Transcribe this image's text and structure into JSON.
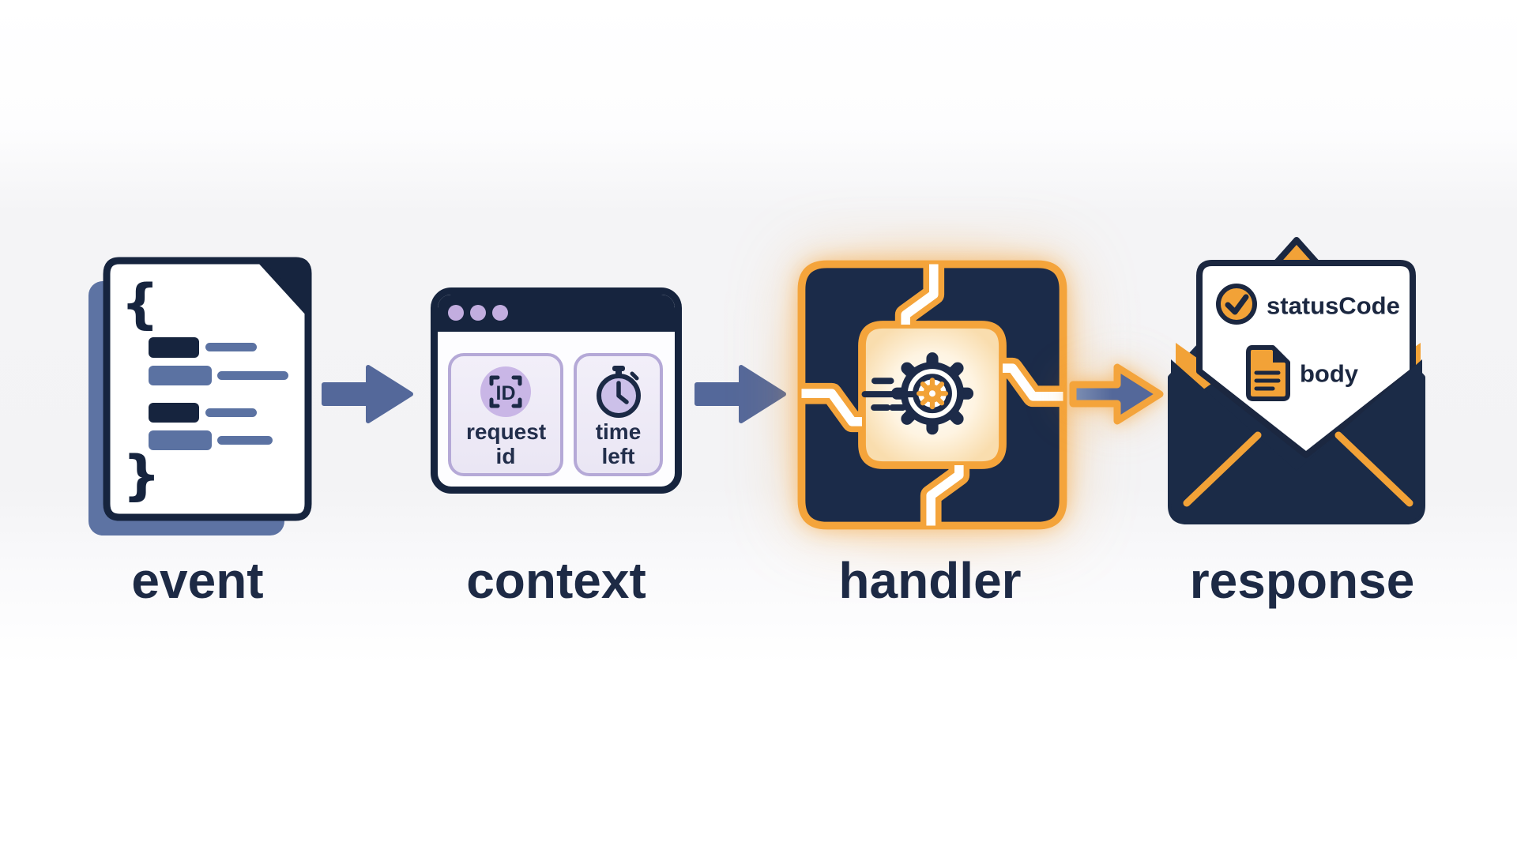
{
  "diagram": {
    "stages": [
      {
        "id": "event",
        "label": "event",
        "icon": "json-document-icon"
      },
      {
        "id": "context",
        "label": "context",
        "icon": "browser-window-icon"
      },
      {
        "id": "handler",
        "label": "handler",
        "icon": "cycle-gear-icon"
      },
      {
        "id": "response",
        "label": "response",
        "icon": "open-envelope-icon"
      }
    ],
    "context_window": {
      "window_dots": 3,
      "cards": [
        {
          "icon": "id-scan-badge-icon",
          "badge_text": "ID",
          "label": "request id"
        },
        {
          "icon": "stopwatch-icon",
          "label": "time left"
        }
      ]
    },
    "response_envelope": {
      "fields": [
        {
          "icon": "check-circle-icon",
          "label": "statusCode"
        },
        {
          "icon": "document-icon",
          "label": "body"
        }
      ]
    },
    "arrow_count": 3,
    "colors": {
      "navy": "#1B2945",
      "slate": "#5A6F9E",
      "orange": "#F2A237",
      "lavender_dot": "#C2ADDF",
      "card_bg": "#EDEAF6",
      "card_border": "#B5A9D7",
      "id_badge_fill": "#C9B6E6",
      "stopwatch_fill": "#CCC0E9",
      "background_band": "#F4F4F6"
    }
  }
}
